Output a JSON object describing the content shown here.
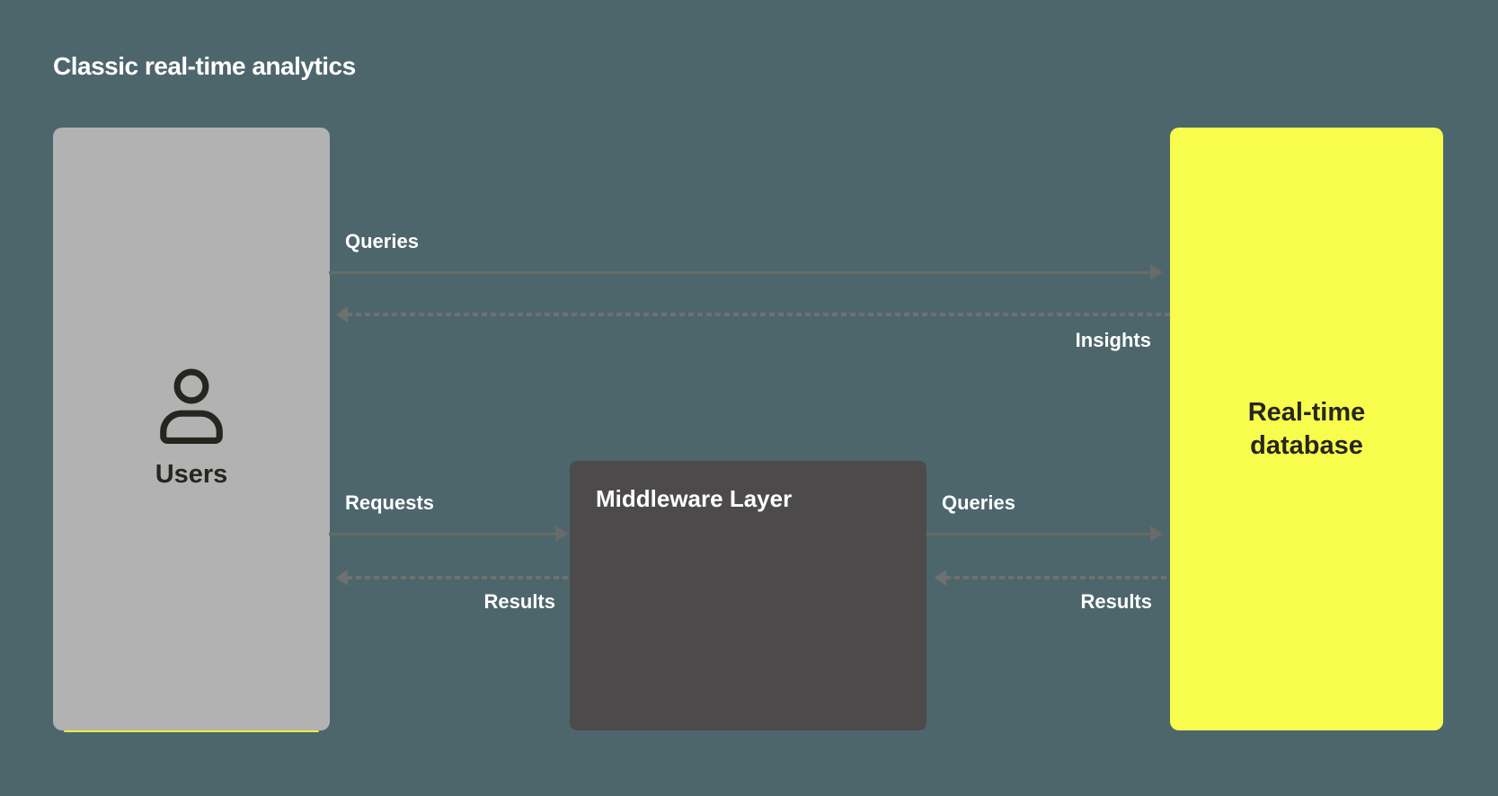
{
  "title": "Classic real-time analytics",
  "colors": {
    "background": "#4d666c",
    "users_box": "#b2b2b2",
    "users_box_underline": "#e6ef3a",
    "middleware_box": "#4c4a4a",
    "database_box": "#f8fc4d",
    "solid_arrow": "#686b67",
    "dashed_arrow": "#6e716f",
    "label_text": "#ffffff",
    "node_dark_text": "#262620"
  },
  "nodes": {
    "users": {
      "label": "Users",
      "icon": "person-icon"
    },
    "middleware": {
      "label": "Middleware Layer"
    },
    "database": {
      "label": "Real-time\ndatabase"
    }
  },
  "flows": [
    {
      "id": "users-to-database",
      "label": "Queries",
      "style": "solid",
      "direction": "right"
    },
    {
      "id": "database-to-users",
      "label": "Insights",
      "style": "dashed",
      "direction": "left"
    },
    {
      "id": "users-to-middleware",
      "label": "Requests",
      "style": "solid",
      "direction": "right"
    },
    {
      "id": "middleware-to-users",
      "label": "Results",
      "style": "dashed",
      "direction": "left"
    },
    {
      "id": "middleware-to-database",
      "label": "Queries",
      "style": "solid",
      "direction": "right"
    },
    {
      "id": "database-to-middleware",
      "label": "Results",
      "style": "dashed",
      "direction": "left"
    }
  ]
}
